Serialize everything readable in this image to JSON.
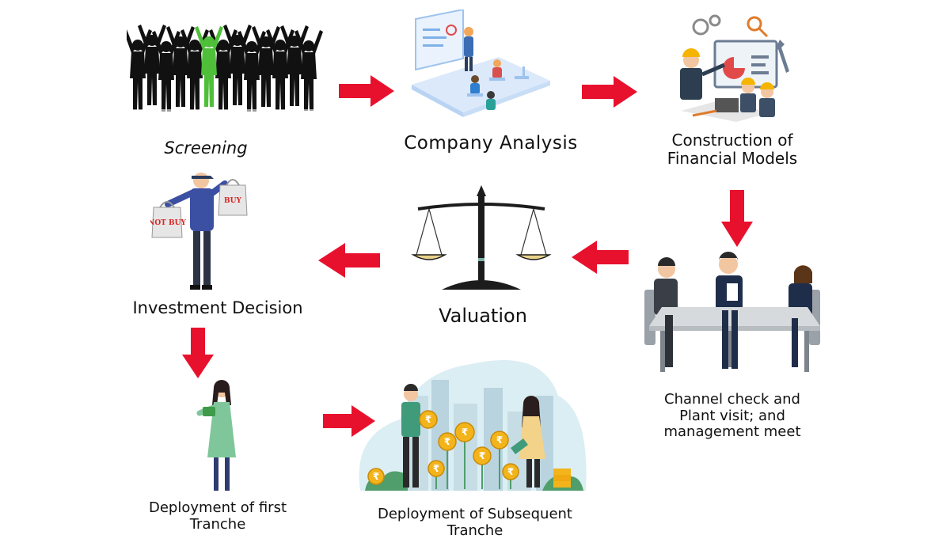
{
  "steps": {
    "screening": "Screening",
    "company_analysis": "Company Analysis",
    "financial_models": "Construction of\nFinancial  Models",
    "channel_check": "Channel check and\nPlant visit; and\nmanagement meet",
    "valuation": "Valuation",
    "investment_decision": "Investment Decision",
    "first_tranche": "Deployment of first\nTranche",
    "subsequent_tranche": "Deployment of Subsequent\nTranche"
  },
  "bag_labels": {
    "not_buy": "NOT BUY",
    "buy": "BUY"
  },
  "currency_symbol": "₹",
  "colors": {
    "arrow": "#e8112d",
    "silhouette": "#111111",
    "highlight": "#4fbf3a",
    "coin": "#f3b41b"
  }
}
